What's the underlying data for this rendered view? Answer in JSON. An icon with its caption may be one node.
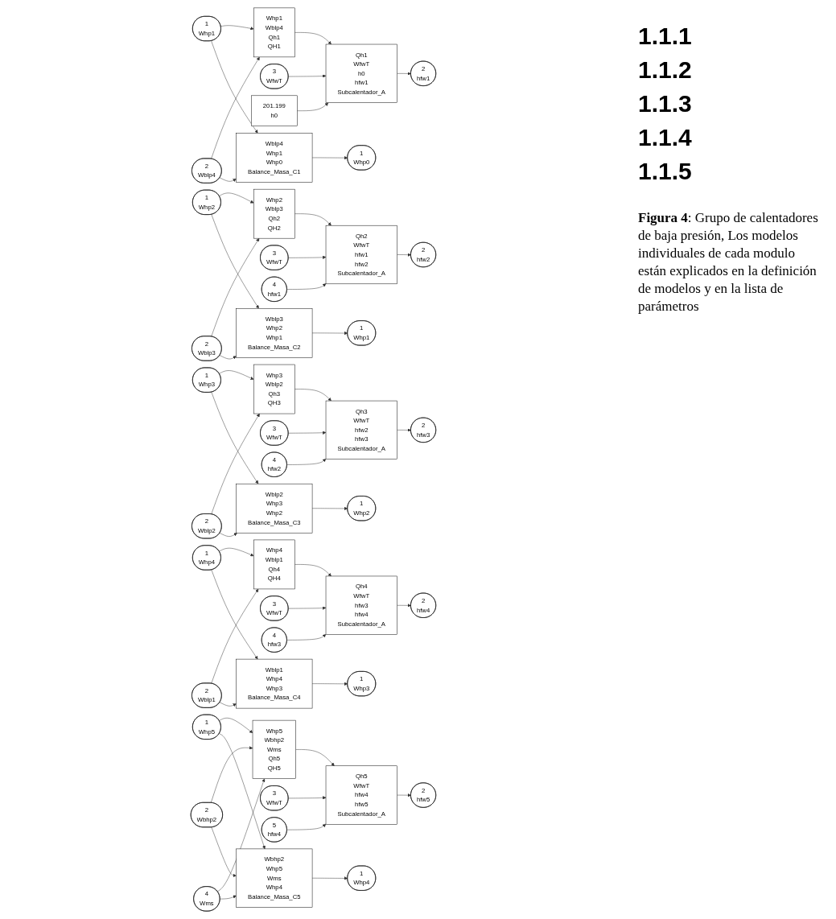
{
  "diagram": {
    "caption": "**Figura 4**: Grupo de calentadores de baja presión, Los modelos individuales de cada modulo están explicados en la definición de modelos y en la lista de parámetros",
    "nodes": [
      {
        "text": [
          "1",
          "Whp1"
        ]
      },
      {
        "text": [
          "2",
          "Wblp4"
        ]
      },
      {
        "text": [
          "Whp1",
          "Wblp4",
          "Qh1",
          "QH1"
        ]
      },
      {
        "text": [
          "3",
          "WfwT"
        ]
      },
      {
        "text": [
          "201.199",
          "h0"
        ]
      },
      {
        "text": [
          "Qh1",
          "WfwT",
          "h0",
          "hfw1",
          "Subcalentador_A"
        ]
      },
      {
        "text": [
          "Wblp4",
          "Whp1",
          "Whp0",
          "Balance_Masa_C1"
        ]
      },
      {
        "text": [
          "2",
          "hfw1"
        ]
      },
      {
        "text": [
          "1",
          "Whp0"
        ]
      },
      {
        "text": [
          "1",
          "Whp2"
        ]
      },
      {
        "text": [
          "2",
          "Wblp3"
        ]
      },
      {
        "text": [
          "Whp2",
          "Wblp3",
          "Qh2",
          "QH2"
        ]
      },
      {
        "text": [
          "3",
          "WfwT"
        ]
      },
      {
        "text": [
          "4",
          "hfw1"
        ]
      },
      {
        "text": [
          "Qh2",
          "WfwT",
          "hfw1",
          "hfw2",
          "Subcalentador_A"
        ]
      },
      {
        "text": [
          "Wblp3",
          "Whp2",
          "Whp1",
          "Balance_Masa_C2"
        ]
      },
      {
        "text": [
          "2",
          "hfw2"
        ]
      },
      {
        "text": [
          "1",
          "Whp1"
        ]
      },
      {
        "text": [
          "1",
          "Whp3"
        ]
      },
      {
        "text": [
          "2",
          "Wblp2"
        ]
      },
      {
        "text": [
          "Whp3",
          "Wblp2",
          "Qh3",
          "QH3"
        ]
      },
      {
        "text": [
          "3",
          "WfwT"
        ]
      },
      {
        "text": [
          "4",
          "hfw2"
        ]
      },
      {
        "text": [
          "Qh3",
          "WfwT",
          "hfw2",
          "hfw3",
          "Subcalentador_A"
        ]
      },
      {
        "text": [
          "Wblp2",
          "Whp3",
          "Whp2",
          "Balance_Masa_C3"
        ]
      },
      {
        "text": [
          "2",
          "hfw3"
        ]
      },
      {
        "text": [
          "1",
          "Whp2"
        ]
      },
      {
        "text": [
          "1",
          "Whp4"
        ]
      },
      {
        "text": [
          "2",
          "Wblp1"
        ]
      },
      {
        "text": [
          "Whp4",
          "Wblp1",
          "Qh4",
          "QH4"
        ]
      },
      {
        "text": [
          "3",
          "WfwT"
        ]
      },
      {
        "text": [
          "4",
          "hfw3"
        ]
      },
      {
        "text": [
          "Qh4",
          "WfwT",
          "hfw3",
          "hfw4",
          "Subcalentador_A"
        ]
      },
      {
        "text": [
          "Wblp1",
          "Whp4",
          "Whp3",
          "Balance_Masa_C4"
        ]
      },
      {
        "text": [
          "2",
          "hfw4"
        ]
      },
      {
        "text": [
          "1",
          "Whp3"
        ]
      },
      {
        "text": [
          "1",
          "Whp5"
        ]
      },
      {
        "text": [
          "4",
          "Wms"
        ]
      },
      {
        "text": [
          "2",
          "Wbhp2"
        ]
      },
      {
        "text": [
          "Whp5",
          "Wbhp2",
          "Wms",
          "Qh5",
          "QH5"
        ]
      },
      {
        "text": [
          "3",
          "WfwT"
        ]
      },
      {
        "text": [
          "5",
          "hfw4"
        ]
      },
      {
        "text": [
          "Qh5",
          "WfwT",
          "hfw4",
          "hfw5",
          "Subcalentador_A"
        ]
      },
      {
        "text": [
          "Wbhp2",
          "Whp5",
          "Wms",
          "Whp4",
          "Balance_Masa_C5"
        ]
      },
      {
        "text": [
          "2",
          "hfw5"
        ]
      },
      {
        "text": [
          "1",
          "Whp4"
        ]
      }
    ],
    "edges": [
      {
        "from": 0,
        "to": 2,
        "arrow": "to"
      },
      {
        "from": 1,
        "to": 2,
        "arrow": "to"
      },
      {
        "from": 0,
        "to": 6,
        "arrow": "to"
      },
      {
        "from": 1,
        "to": 6,
        "arrow": "to"
      },
      {
        "from": 2,
        "to": 5,
        "arrow": "to"
      },
      {
        "from": 3,
        "to": 5,
        "arrow": "to"
      },
      {
        "from": 4,
        "to": 5,
        "arrow": "to"
      },
      {
        "from": 5,
        "to": 7,
        "arrow": "to"
      },
      {
        "from": 6,
        "to": 8,
        "arrow": "to"
      },
      {
        "from": 9,
        "to": 11,
        "arrow": "to"
      },
      {
        "from": 10,
        "to": 11,
        "arrow": "to"
      },
      {
        "from": 9,
        "to": 15,
        "arrow": "to"
      },
      {
        "from": 10,
        "to": 15,
        "arrow": "to"
      },
      {
        "from": 11,
        "to": 14,
        "arrow": "to"
      },
      {
        "from": 12,
        "to": 14,
        "arrow": "to"
      },
      {
        "from": 13,
        "to": 14,
        "arrow": "to"
      },
      {
        "from": 14,
        "to": 16,
        "arrow": "to"
      },
      {
        "from": 15,
        "to": 17,
        "arrow": "to"
      },
      {
        "from": 18,
        "to": 20,
        "arrow": "to"
      },
      {
        "from": 19,
        "to": 20,
        "arrow": "to"
      },
      {
        "from": 18,
        "to": 24,
        "arrow": "to"
      },
      {
        "from": 19,
        "to": 24,
        "arrow": "to"
      },
      {
        "from": 20,
        "to": 23,
        "arrow": "to"
      },
      {
        "from": 21,
        "to": 23,
        "arrow": "to"
      },
      {
        "from": 22,
        "to": 23,
        "arrow": "to"
      },
      {
        "from": 23,
        "to": 25,
        "arrow": "to"
      },
      {
        "from": 24,
        "to": 26,
        "arrow": "to"
      },
      {
        "from": 27,
        "to": 29,
        "arrow": "to"
      },
      {
        "from": 28,
        "to": 29,
        "arrow": "to"
      },
      {
        "from": 27,
        "to": 33,
        "arrow": "to"
      },
      {
        "from": 28,
        "to": 33,
        "arrow": "to"
      },
      {
        "from": 29,
        "to": 32,
        "arrow": "to"
      },
      {
        "from": 30,
        "to": 32,
        "arrow": "to"
      },
      {
        "from": 31,
        "to": 32,
        "arrow": "to"
      },
      {
        "from": 32,
        "to": 34,
        "arrow": "to"
      },
      {
        "from": 33,
        "to": 35,
        "arrow": "to"
      },
      {
        "from": 36,
        "to": 39,
        "arrow": "to"
      },
      {
        "from": 38,
        "to": 39,
        "arrow": "to"
      },
      {
        "from": 37,
        "to": 39,
        "arrow": "to"
      },
      {
        "from": 38,
        "to": 43,
        "arrow": "to"
      },
      {
        "from": 36,
        "to": 43,
        "arrow": "to"
      },
      {
        "from": 37,
        "to": 43,
        "arrow": "to"
      },
      {
        "from": 39,
        "to": 42,
        "arrow": "to"
      },
      {
        "from": 40,
        "to": 42,
        "arrow": "to"
      },
      {
        "from": 41,
        "to": 42,
        "arrow": "to"
      },
      {
        "from": 42,
        "to": 44,
        "arrow": "to"
      },
      {
        "from": 43,
        "to": 45,
        "arrow": "to"
      }
    ],
    "labels": [
      "1.1.1",
      "1.1.2",
      "1.1.3",
      "1.1.4",
      "1.1.5"
    ]
  }
}
